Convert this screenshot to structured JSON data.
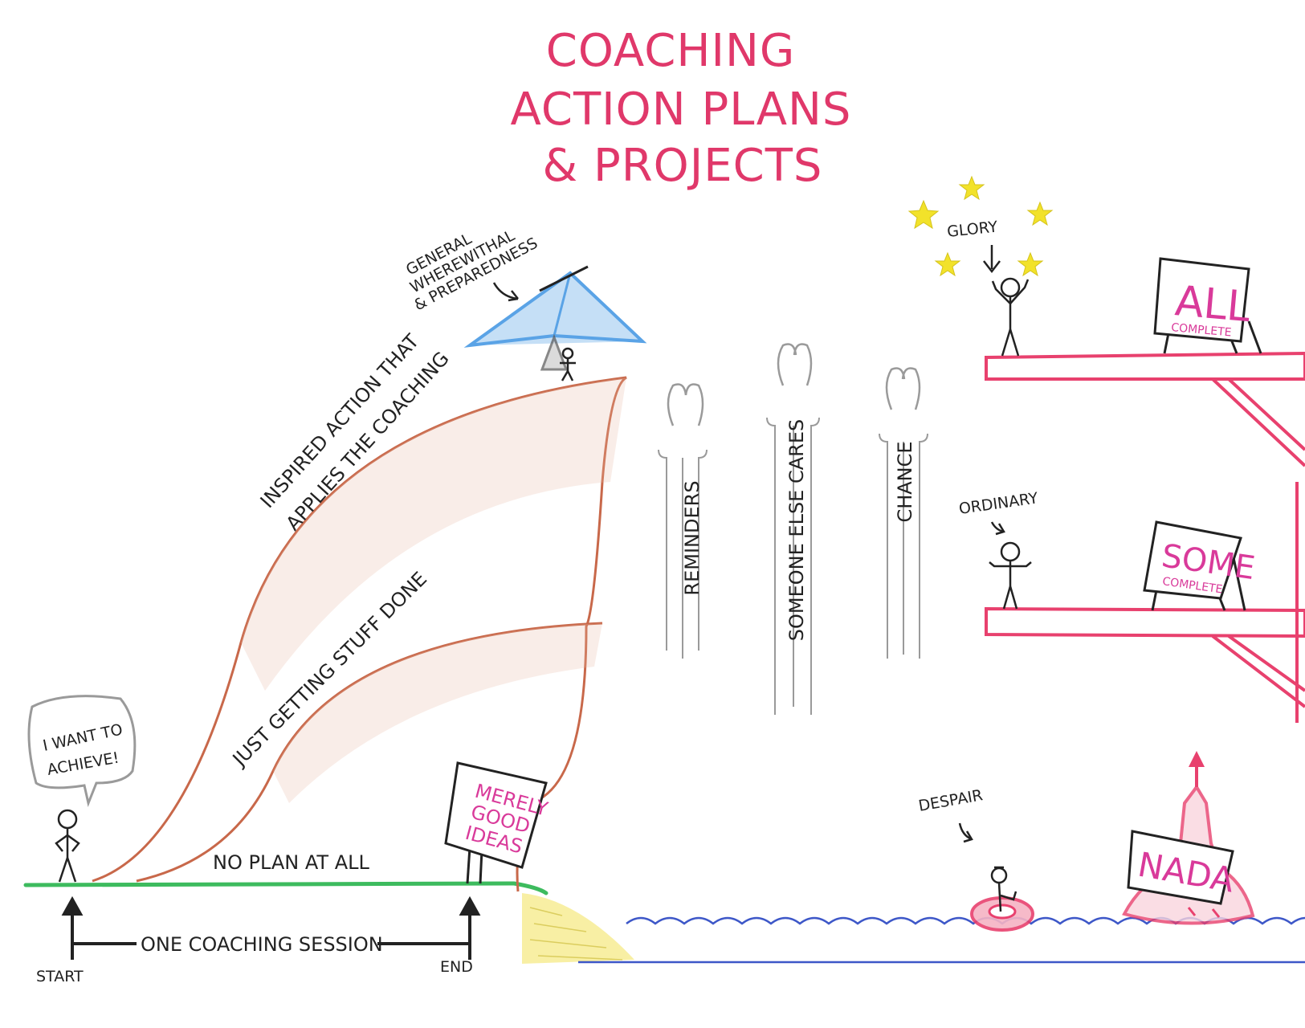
{
  "title": {
    "line1": "COACHING",
    "line2": "ACTION PLANS",
    "line3": "& PROJECTS"
  },
  "labels": {
    "general_line1": "GENERAL",
    "general_line2": "WHEREWITHAL",
    "general_line3": "& PREPAREDNESS",
    "inspired_line1": "INSPIRED ACTION THAT",
    "inspired_line2": "APPLIES THE COACHING",
    "just_getting": "JUST GETTING STUFF DONE",
    "no_plan": "NO PLAN AT ALL",
    "speech_line1": "I WANT TO",
    "speech_line2": "ACHIEVE!",
    "start": "START",
    "end": "END",
    "session": "ONE COACHING SESSION",
    "reminders": "REMINDERS",
    "someone": "SOMEONE ELSE CARES",
    "chance": "CHANCE",
    "glory": "GLORY",
    "ordinary": "ORDINARY",
    "despair": "DESPAIR"
  },
  "signs": {
    "merely_line1": "MERELY",
    "merely_line2": "GOOD",
    "merely_line3": "IDEAS",
    "all_big": "ALL",
    "all_small": "COMPLETE",
    "some_big": "SOME",
    "some_small": "COMPLETE",
    "nada": "NADA"
  },
  "colors": {
    "title": "#e0386a",
    "ink": "#222222",
    "pink": "#d93a9a",
    "cliff": "#c8684a",
    "grass": "#3dbb5e",
    "water": "#3d57c8",
    "sand": "#f3e25a",
    "platform": "#e8416e",
    "glider": "#5aa3e6",
    "star": "#f2e22a",
    "gust": "#9a9a9a"
  }
}
